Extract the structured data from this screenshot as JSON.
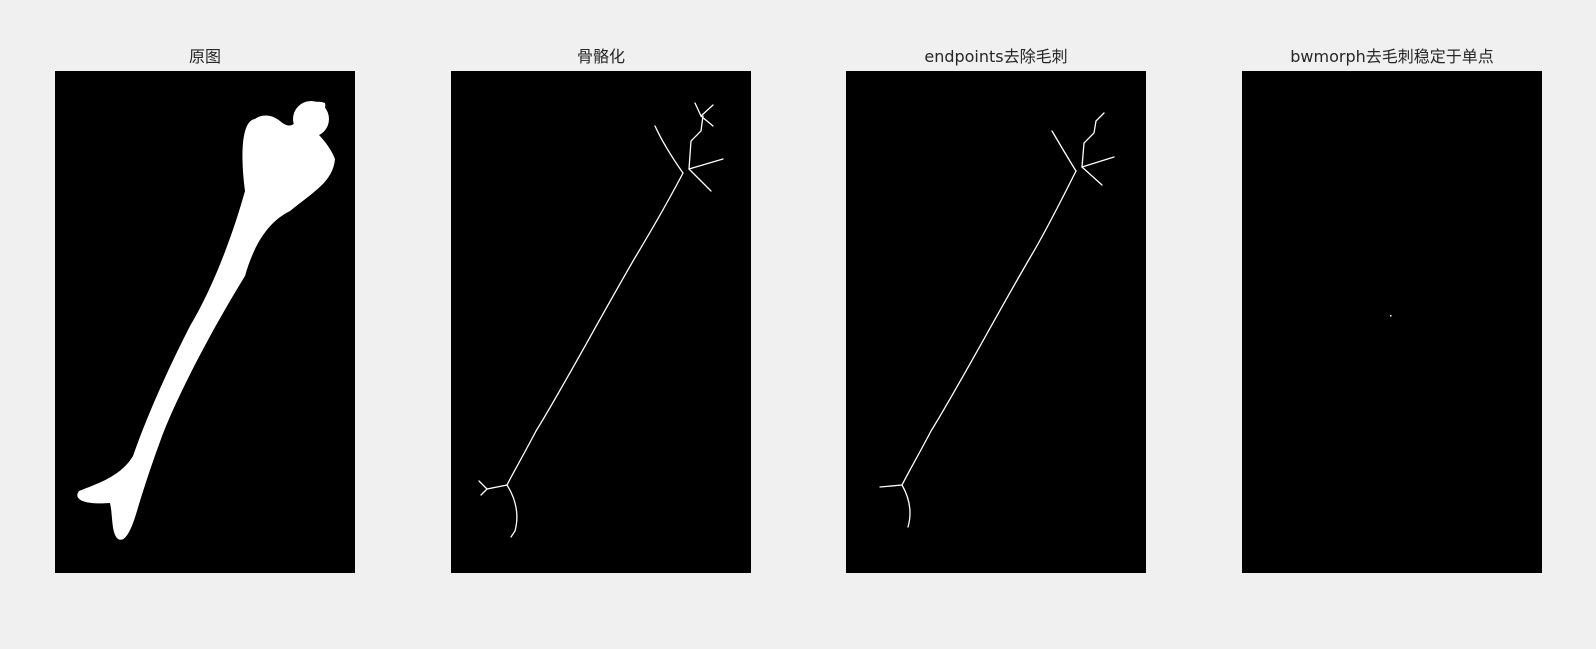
{
  "figure": {
    "background_color": "#f0f0f0",
    "image_background": "#000000",
    "foreground_color": "#ffffff"
  },
  "panels": [
    {
      "title": "原图"
    },
    {
      "title": "骨骼化"
    },
    {
      "title": "endpoints去除毛刺"
    },
    {
      "title": "bwmorph去毛刺稳定于单点"
    }
  ]
}
